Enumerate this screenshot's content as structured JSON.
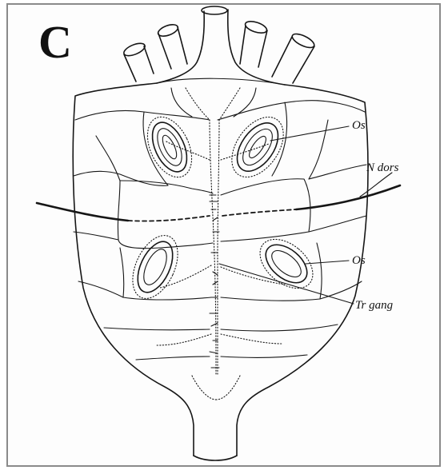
{
  "figure": {
    "panel_letter": "C",
    "labels": {
      "os_upper": "Os",
      "n_dors": "N dors",
      "os_lower": "Os",
      "tr_gang": "Tr gang"
    }
  }
}
